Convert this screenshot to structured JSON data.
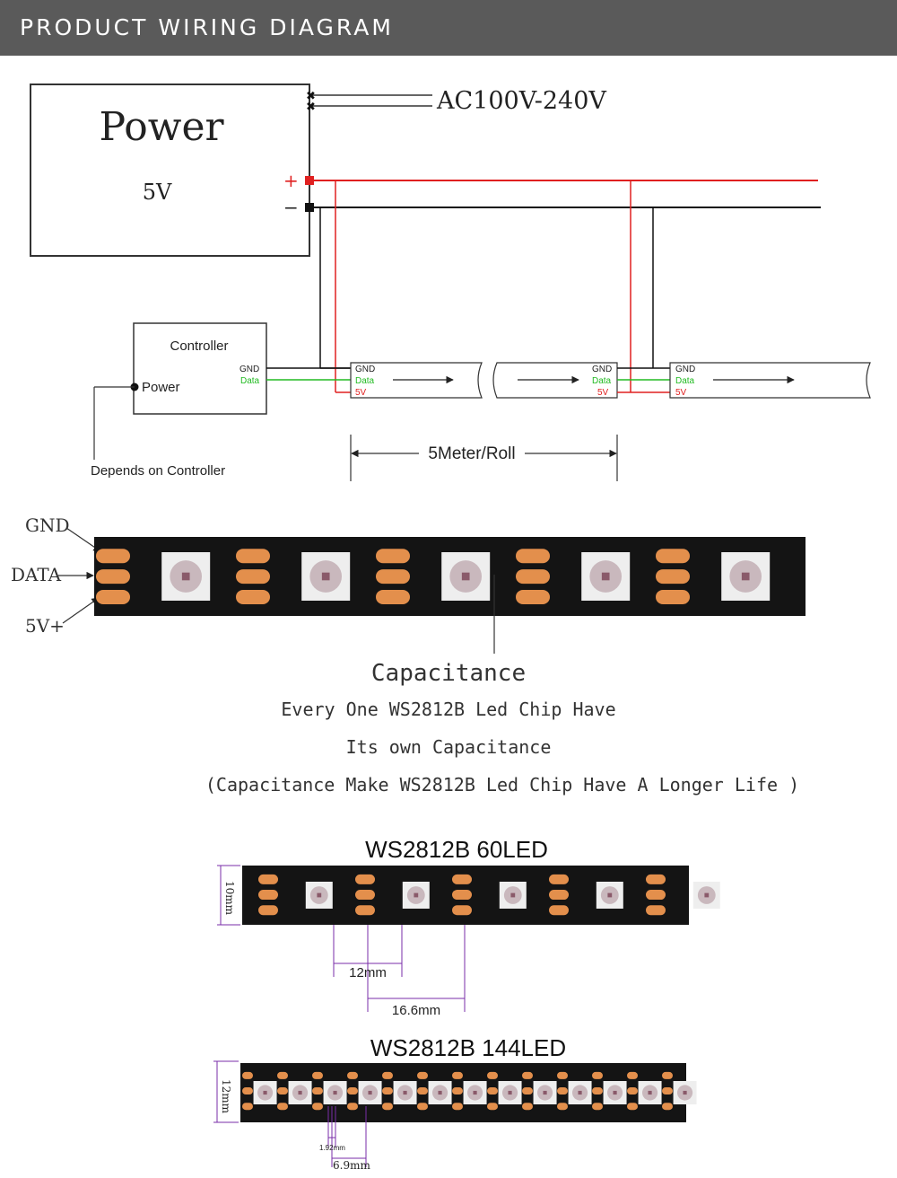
{
  "header": {
    "title": "PRODUCT WIRING DIAGRAM"
  },
  "power": {
    "title": "Power",
    "voltage": "5V",
    "ac_input": "AC100V-240V",
    "plus_sign": "+",
    "minus_sign": "−"
  },
  "controller": {
    "title": "Controller",
    "power_label": "Power",
    "gnd": "GND",
    "data": "Data",
    "note": "Depends on Controller"
  },
  "strip_labels": {
    "gnd": "GND",
    "data": "Data",
    "v5": "5V"
  },
  "roll": {
    "label": "5Meter/Roll"
  },
  "pins": {
    "gnd": "GND",
    "data": "DATA",
    "v5": "5V+"
  },
  "capacitance": {
    "title": "Capacitance",
    "line1": "Every One WS2812B Led Chip Have",
    "line2": "Its own Capacitance",
    "line3": "(Capacitance Make WS2812B Led Chip Have A Longer Life )"
  },
  "strip60": {
    "title": "WS2812B 60LED",
    "width": "10mm",
    "chip_size": "12mm",
    "pitch": "16.6mm"
  },
  "strip144": {
    "title": "WS2812B 144LED",
    "width": "12mm",
    "gap": "1.92mm",
    "pitch": "6.9mm"
  },
  "colors": {
    "header_bg": "#5a5a5a",
    "wire_red": "#e02020",
    "wire_black": "#111111",
    "data_green": "#22bb22",
    "pad": "#e38f4c",
    "strip": "#141414",
    "dim_purple": "#7a2ea8"
  }
}
